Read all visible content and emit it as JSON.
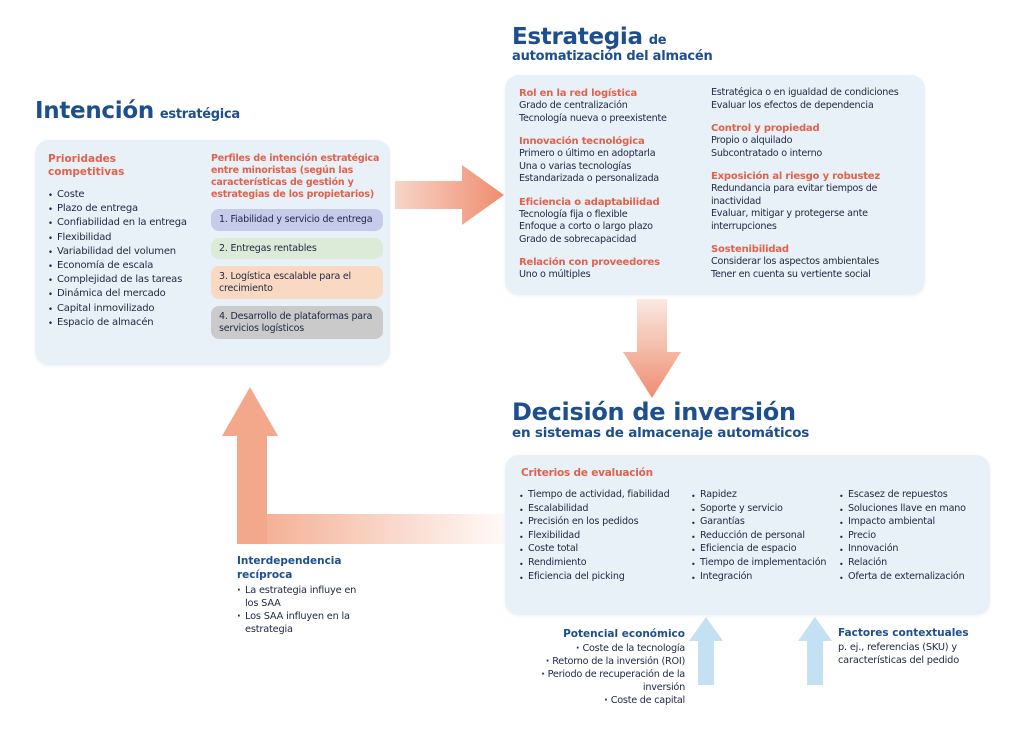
{
  "colors": {
    "title_blue": "#1d4e8d",
    "heading_orange": "#e2614b",
    "panel_background": "#e9f1f8",
    "arrow_salmon": "#ee8d70",
    "arrow_blue": "#c4e1f3",
    "profile_box_1": "#c6cbe9",
    "profile_box_2": "#dcead8",
    "profile_box_3": "#fad9c3",
    "profile_box_4": "#cacaca"
  },
  "intencion": {
    "title_main": "Intención",
    "title_sub": "estratégica",
    "priorities": {
      "heading": "Prioridades competitivas",
      "items": [
        "Coste",
        "Plazo de entrega",
        "Confiabilidad en la entrega",
        "Flexibilidad",
        "Variabilidad del volumen",
        "Economía de escala",
        "Complejidad de las tareas",
        "Dinámica del mercado",
        "Capital inmovilizado",
        "Espacio de almacén"
      ]
    },
    "profiles": {
      "heading": "Perfiles de intención estratégica entre minoristas (según las características de gestión y estrategias de los propietarios)",
      "items": [
        "1. Fiabilidad y servicio de entrega",
        "2. Entregas rentables",
        "3. Logística escalable para el crecimiento",
        "4. Desarrollo de plataformas para servicios logísticos"
      ]
    }
  },
  "estrategia": {
    "title_main": "Estrategia",
    "title_sub": "de",
    "title_line2": "automatización del almacén",
    "col1": [
      {
        "heading": "Rol en la red logística",
        "lines": [
          "Grado de centralización",
          "Tecnología nueva o preexistente"
        ]
      },
      {
        "heading": "Innovación tecnológica",
        "lines": [
          "Primero o último en adoptarla",
          "Una o varias tecnologías",
          "Estandarizada o personalizada"
        ]
      },
      {
        "heading": "Eficiencia o adaptabilidad",
        "lines": [
          "Tecnología fija o flexible",
          "Enfoque a corto o largo plazo",
          "Grado de sobrecapacidad"
        ]
      },
      {
        "heading": "Relación con proveedores",
        "lines": [
          "Uno o múltiples"
        ]
      }
    ],
    "col2": [
      {
        "lines": [
          "Estratégica o en igualdad de condiciones",
          "Evaluar los efectos de dependencia"
        ]
      },
      {
        "heading": "Control y propiedad",
        "lines": [
          "Propio o alquilado",
          "Subcontratado o interno"
        ]
      },
      {
        "heading": "Exposición al riesgo y robustez",
        "lines": [
          "Redundancia para evitar tiempos de inactividad",
          "Evaluar, mitigar y protegerse ante interrupciones"
        ]
      },
      {
        "heading": "Sostenibilidad",
        "lines": [
          "Considerar los aspectos ambientales",
          "Tener en cuenta su vertiente social"
        ]
      }
    ]
  },
  "decision": {
    "title_main": "Decisión de inversión",
    "title_sub": "en sistemas de almacenaje automáticos",
    "criteria_heading": "Criterios de evaluación",
    "col1": [
      "Tiempo de actividad, fiabilidad",
      "Escalabilidad",
      "Precisión en los pedidos",
      "Flexibilidad",
      "Coste total",
      "Rendimiento",
      "Eficiencia del picking"
    ],
    "col2": [
      "Rapidez",
      "Soporte y servicio",
      "Garantías",
      "Reducción de personal",
      "Eficiencia de espacio",
      "Tiempo de implementación",
      "Integración"
    ],
    "col3": [
      "Escasez de repuestos",
      "Soluciones llave en mano",
      "Impacto ambiental",
      "Precio",
      "Innovación",
      "Relación",
      "Oferta de externalización"
    ]
  },
  "interdependencia": {
    "heading": "Interdependencia recíproca",
    "items": [
      "La estrategia influye en los SAA",
      "Los SAA influyen en la estrategia"
    ]
  },
  "potencial": {
    "heading": "Potencial económico",
    "items": [
      "Coste de la tecnología",
      "Retorno de la inversión (ROI)",
      "Periodo de recuperación de la inversión",
      "Coste de capital"
    ]
  },
  "factores": {
    "heading": "Factores contextuales",
    "description": "p. ej., referencias (SKU) y características del pedido"
  },
  "arrows": [
    {
      "name": "intencion-to-estrategia",
      "direction": "right"
    },
    {
      "name": "estrategia-to-decision",
      "direction": "down"
    },
    {
      "name": "decision-to-intencion",
      "direction": "left-then-up"
    },
    {
      "name": "potencial-to-decision",
      "direction": "up"
    },
    {
      "name": "factores-to-decision",
      "direction": "up"
    }
  ]
}
